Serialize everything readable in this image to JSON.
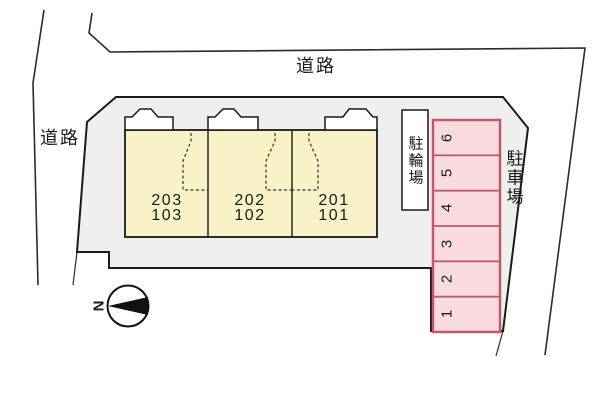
{
  "site_plan": {
    "road_label_top": "道路",
    "road_label_left": "道路",
    "bicycle_parking_label": "駐輪場",
    "car_parking_label": "駐車場",
    "compass_north_label": "N",
    "building_units": [
      {
        "floor2": "203",
        "floor1": "103"
      },
      {
        "floor2": "202",
        "floor1": "102"
      },
      {
        "floor2": "201",
        "floor1": "101"
      }
    ],
    "parking_space_numbers": [
      "6",
      "5",
      "4",
      "3",
      "2",
      "1"
    ],
    "colors": {
      "site_fill": "#EFEFEF",
      "building_fill": "#F8F2C6",
      "porch_fill": "#FFFFFF",
      "parking_fill": "#FBDBE2",
      "parking_border": "#C05A64",
      "line": "#2B2B2B",
      "outline": "#1A1A1A",
      "text": "#1A1A1A"
    }
  }
}
